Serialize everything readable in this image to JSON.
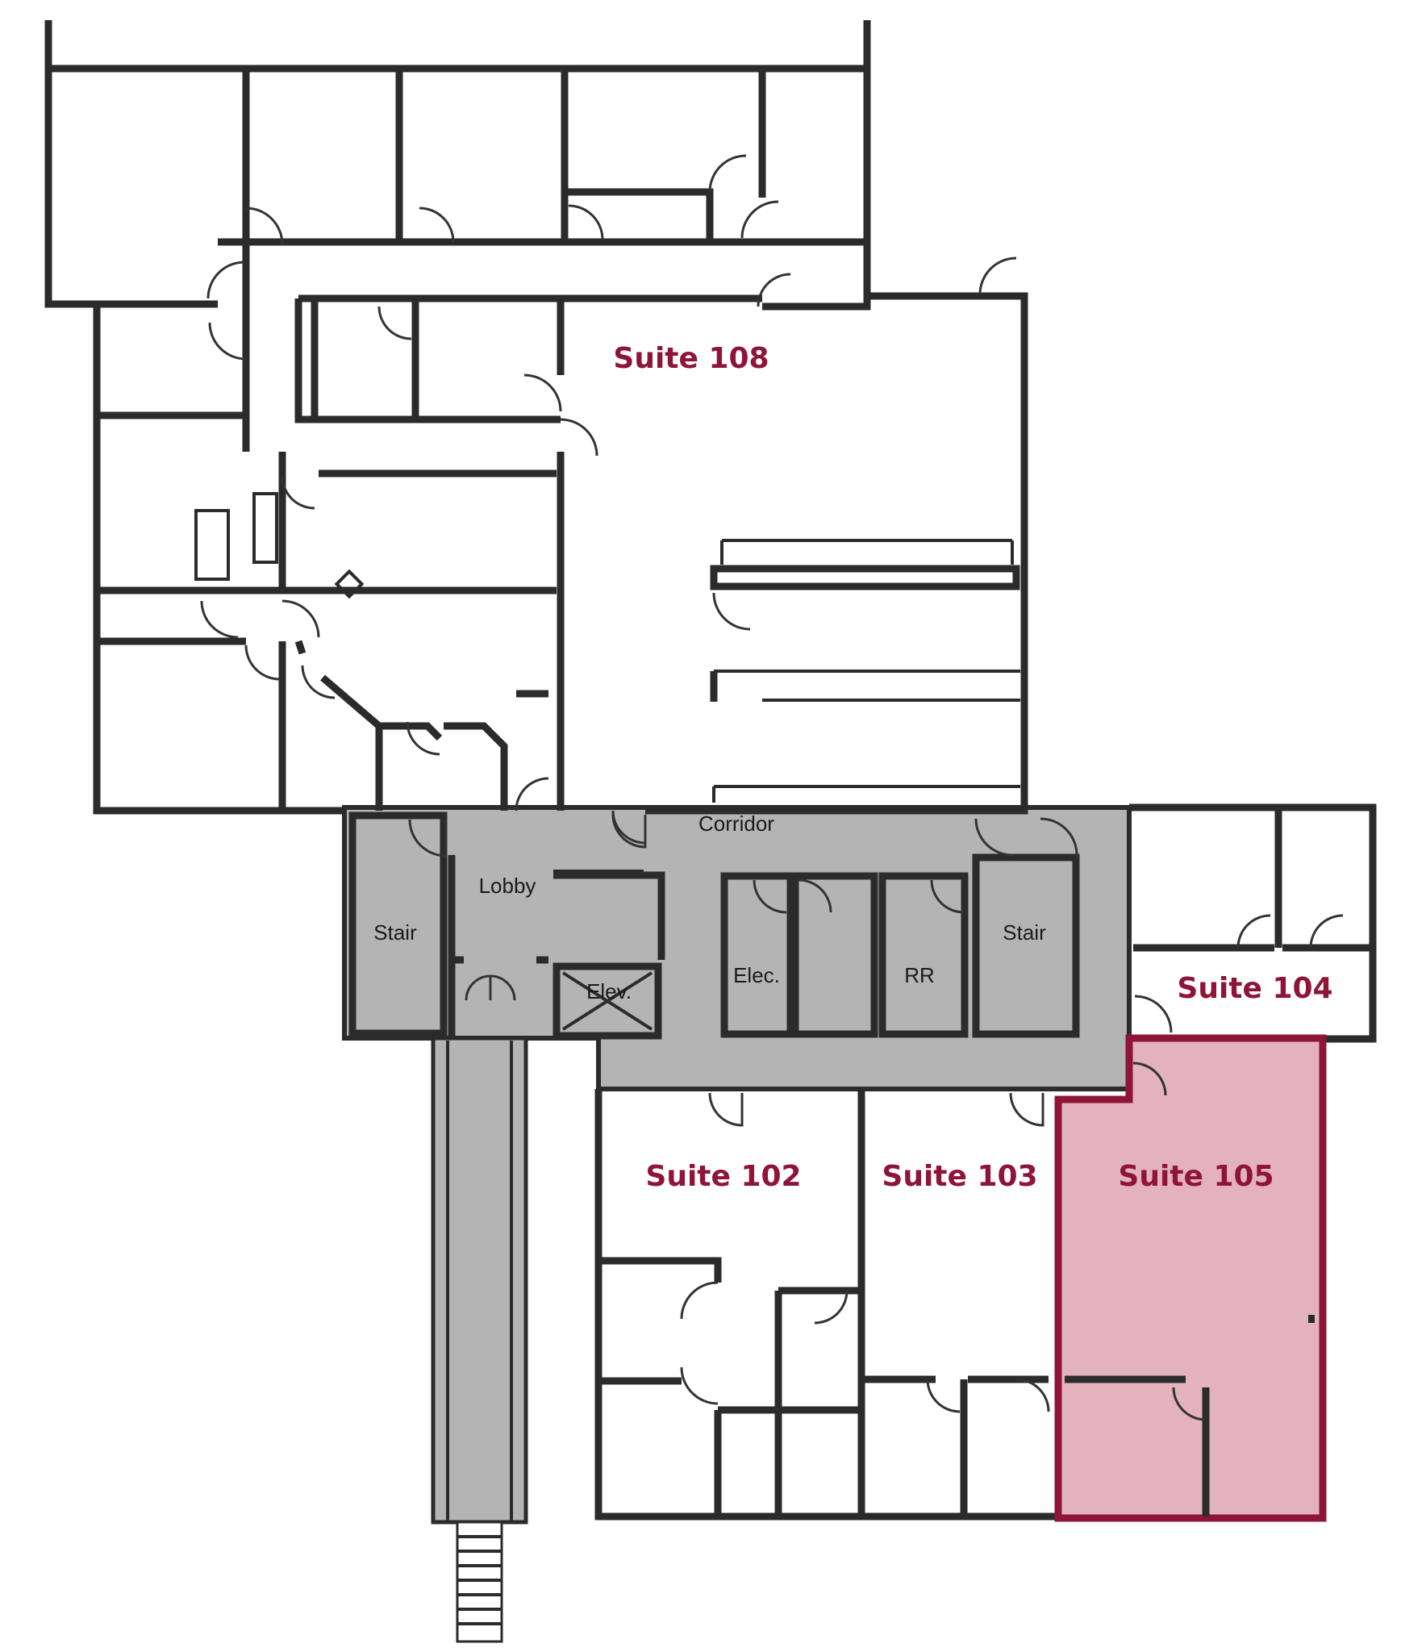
{
  "colors": {
    "common_area": "#b4b4b4",
    "suite_label": "#8e1538",
    "highlight_fill": "#e3b2be",
    "highlight_stroke": "#8e1538"
  },
  "suites": {
    "s108": "Suite 108",
    "s104": "Suite 104",
    "s102": "Suite 102",
    "s103": "Suite 103",
    "s105": "Suite 105"
  },
  "rooms": {
    "corridor": "Corridor",
    "lobby": "Lobby",
    "stair_left": "Stair",
    "stair_right": "Stair",
    "elec": "Elec.",
    "rr": "RR",
    "elev": "Elev."
  },
  "highlighted_suite": "Suite 105"
}
